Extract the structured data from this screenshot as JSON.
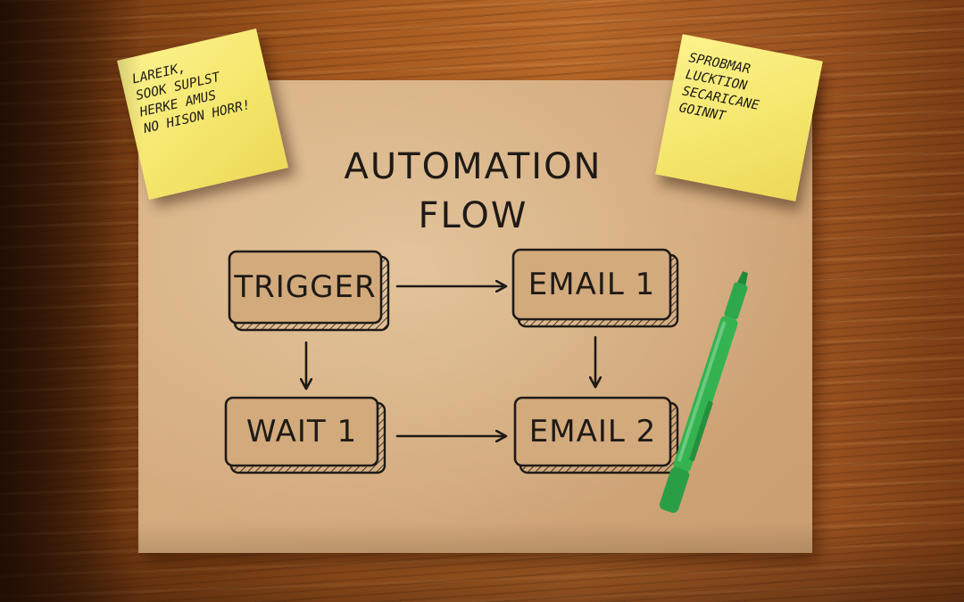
{
  "diagram": {
    "title_line_1": "AUTOMATION",
    "title_line_2": "FLOW",
    "nodes": [
      {
        "id": "trigger",
        "label": "TRIGGER"
      },
      {
        "id": "email-1",
        "label": "EMAIL 1"
      },
      {
        "id": "wait-1",
        "label": "WAIT 1"
      },
      {
        "id": "email-2",
        "label": "EMAIL 2"
      }
    ],
    "edges": [
      {
        "from": "trigger",
        "to": "email-1"
      },
      {
        "from": "trigger",
        "to": "wait-1"
      },
      {
        "from": "email-1",
        "to": "email-2"
      },
      {
        "from": "wait-1",
        "to": "email-2"
      }
    ]
  },
  "sticky_notes": {
    "left": {
      "lines": [
        "LAREIK,",
        "SOOK SUPLST",
        "HERKE AMUS",
        "NO HISON HORR!"
      ]
    },
    "right": {
      "lines": [
        "SPROBMAR",
        "LUCKTION",
        "SECARICANE",
        "GOINNT"
      ]
    }
  },
  "colors": {
    "paper": "#d3aa7c",
    "ink": "#1e1a16",
    "sticky_note": "#f4e56a",
    "marker": "#2ea84a"
  }
}
